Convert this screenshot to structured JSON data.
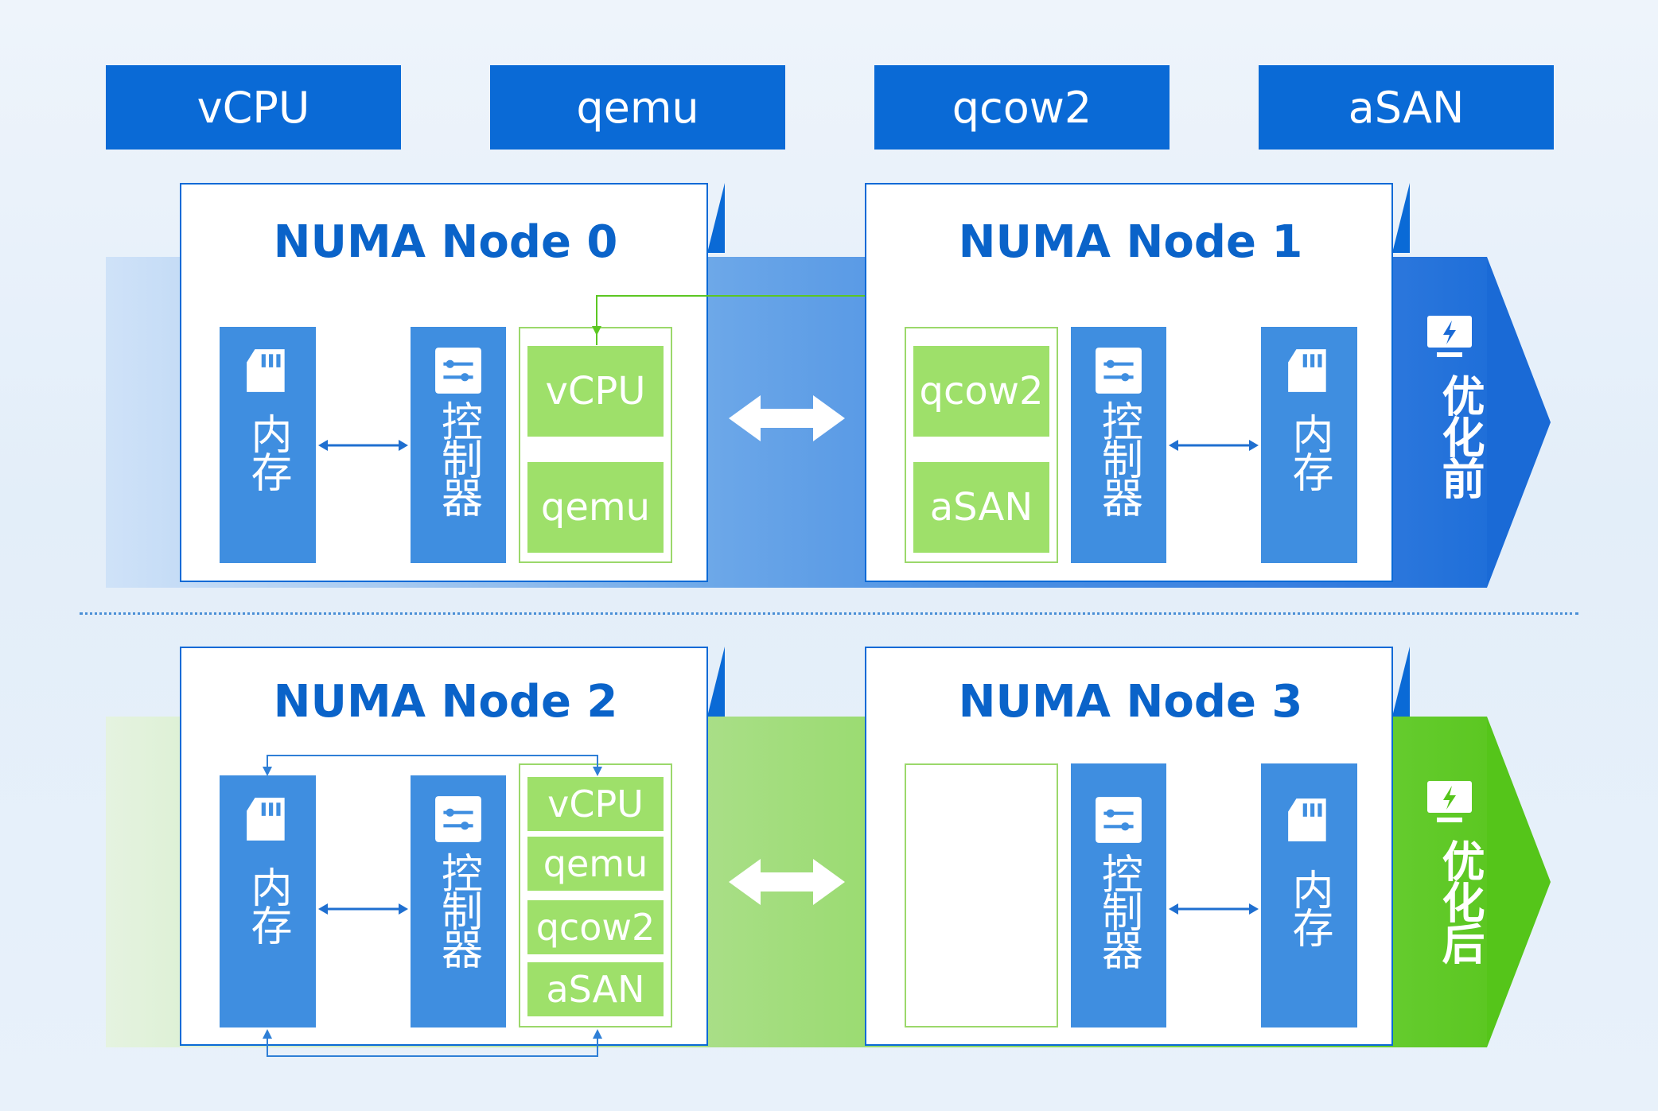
{
  "legend": [
    "vCPU",
    "qemu",
    "qcow2",
    "aSAN"
  ],
  "before": {
    "label": "优化前",
    "node0": {
      "title": "NUMA Node 0",
      "memory": "内存",
      "controller": "控制器",
      "boxes": [
        "vCPU",
        "qemu"
      ]
    },
    "node1": {
      "title": "NUMA Node 1",
      "memory": "内存",
      "controller": "控制器",
      "boxes": [
        "qcow2",
        "aSAN"
      ]
    }
  },
  "after": {
    "label": "优化后",
    "node2": {
      "title": "NUMA Node 2",
      "memory": "内存",
      "controller": "控制器",
      "boxes": [
        "vCPU",
        "qemu",
        "qcow2",
        "aSAN"
      ]
    },
    "node3": {
      "title": "NUMA Node 3",
      "memory": "内存",
      "controller": "控制器"
    }
  },
  "colors": {
    "brand_blue": "#0a6ad6",
    "column_blue": "#3f8ee0",
    "green": "#9ee06a",
    "green_arrow": "#55c51a"
  },
  "icons": [
    "memory-card-icon",
    "controller-icon",
    "lightning-badge-icon",
    "double-arrow-icon"
  ]
}
